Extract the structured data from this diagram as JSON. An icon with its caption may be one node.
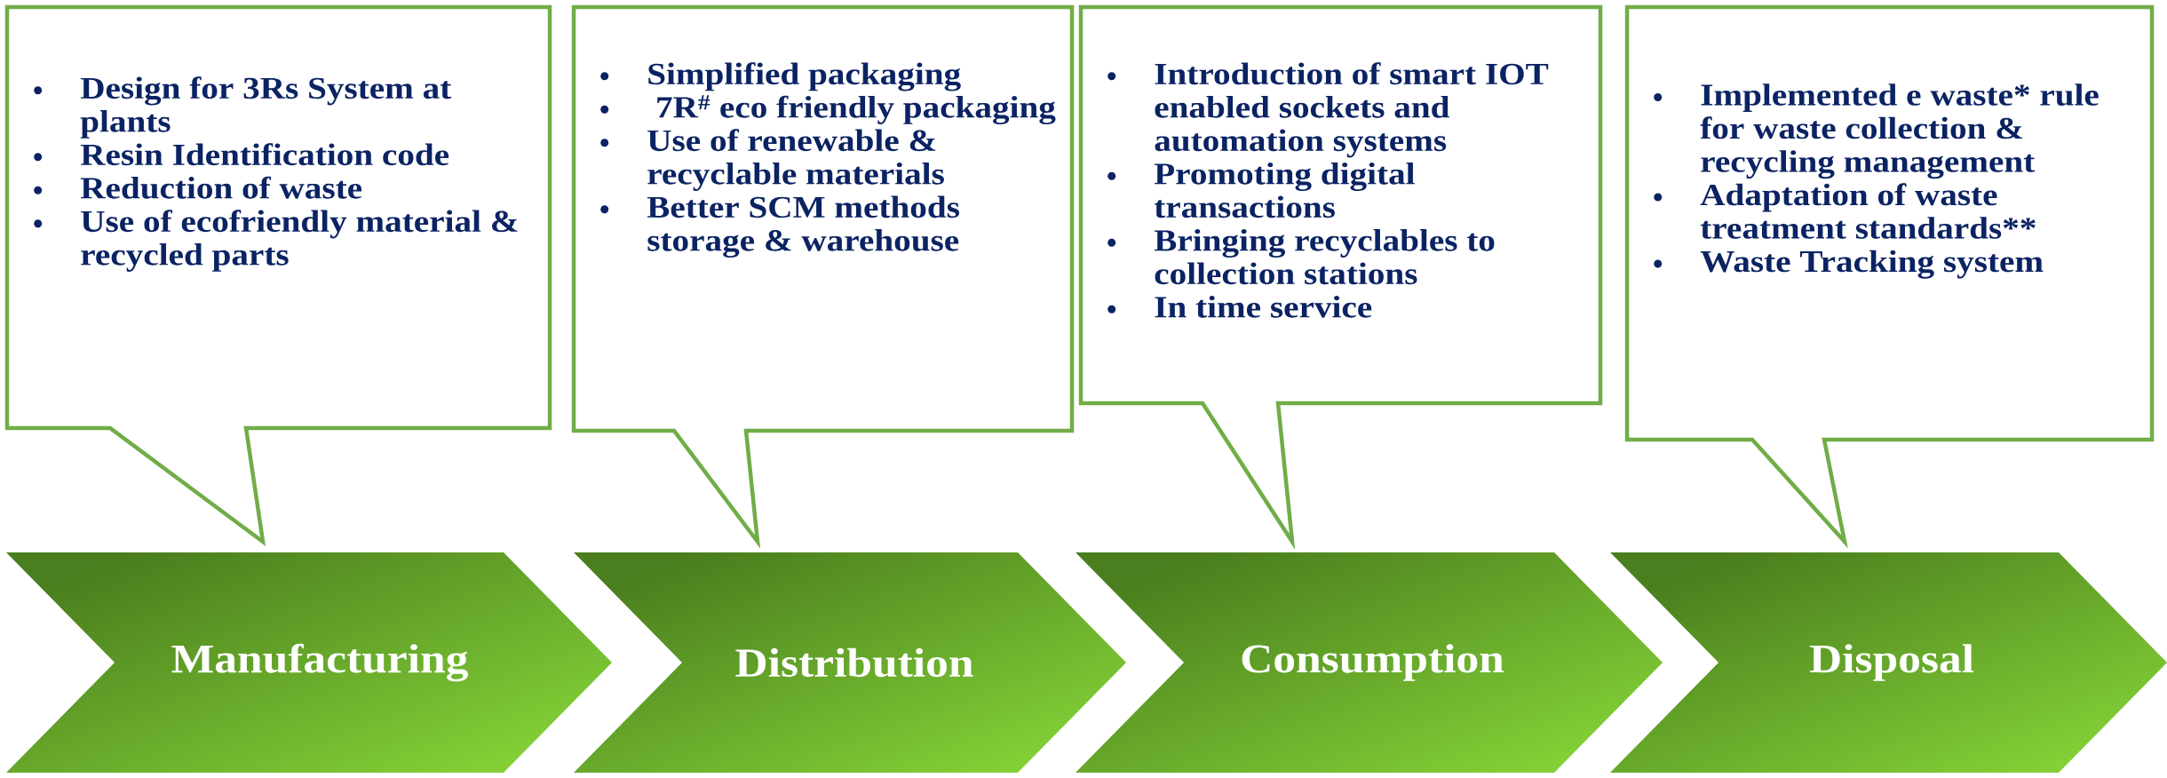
{
  "diagram": {
    "nodes": [
      {
        "text": [
          "Design for 3Rs System at plants",
          "Resin Identification code",
          "Reduction of waste",
          "Use of ecofriendly material & recycled parts"
        ]
      },
      {
        "text": [
          "Simplified packaging",
          " 7R$^{#}$ eco friendly packaging",
          "Use of renewable & recyclable materials",
          "Better SCM  methods storage & warehouse"
        ]
      },
      {
        "text": [
          "Introduction of smart IOT enabled sockets  and automation systems",
          "Promoting digital transactions",
          "Bringing recyclables to collection stations",
          "In time service"
        ]
      },
      {
        "text": [
          "Implemented e waste* rule for waste collection & recycling management",
          "Adaptation of waste treatment standards**",
          "Waste Tracking system"
        ]
      },
      {
        "text": [
          "Manufacturing"
        ]
      },
      {
        "text": [
          "Distribution"
        ]
      },
      {
        "text": [
          "Consumption"
        ]
      },
      {
        "text": [
          "Disposal"
        ]
      }
    ]
  }
}
